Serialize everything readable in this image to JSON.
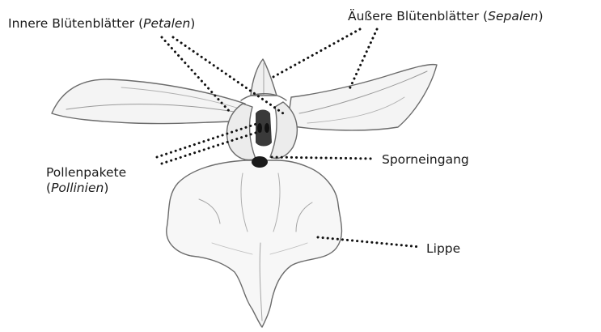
{
  "diagram": {
    "labels": {
      "inner_petals": {
        "text": "Innere Blütenblätter (",
        "italic": "Petalen",
        "close": ")"
      },
      "outer_sepals": {
        "text": "Äußere Blütenblätter (",
        "italic": "Sepalen",
        "close": ")"
      },
      "pollen_packets": {
        "line1": "Pollenpakete",
        "open": "(",
        "italic": "Pollinien",
        "close": ")"
      },
      "spur_entrance": {
        "text": "Sporneingang"
      },
      "lip": {
        "text": "Lippe"
      }
    },
    "colors": {
      "ink": "#1a1a1a",
      "outline": "#6b6b6b",
      "shade": "#9a9a9a",
      "dark": "#2a2a2a"
    }
  }
}
